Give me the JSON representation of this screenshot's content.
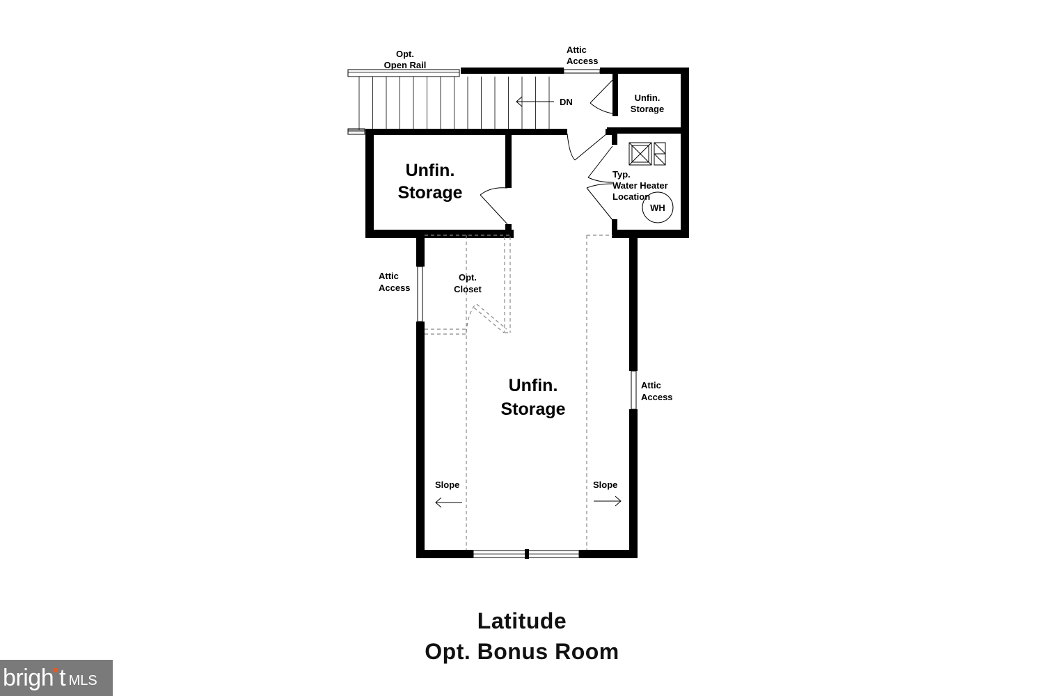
{
  "plan": {
    "labels": {
      "opt_open_rail": [
        "Opt.",
        "Open Rail"
      ],
      "attic_access_top": [
        "Attic",
        "Access"
      ],
      "unfin_storage_small": [
        "Unfin.",
        "Storage"
      ],
      "dn": "DN",
      "unfin_storage_left": [
        "Unfin.",
        "Storage"
      ],
      "water_heater": [
        "Typ.",
        "Water Heater",
        "Location"
      ],
      "wh": "WH",
      "attic_access_left": [
        "Attic",
        "Access"
      ],
      "opt_closet": [
        "Opt.",
        "Closet"
      ],
      "unfin_storage_main": [
        "Unfin.",
        "Storage"
      ],
      "attic_access_right": [
        "Attic",
        "Access"
      ],
      "slope_left": "Slope",
      "slope_right": "Slope"
    }
  },
  "title": {
    "line1": "Latitude",
    "line2": "Opt. Bonus Room"
  },
  "watermark": {
    "brand": "brigh",
    "tail": "t",
    "mls": "MLS"
  }
}
